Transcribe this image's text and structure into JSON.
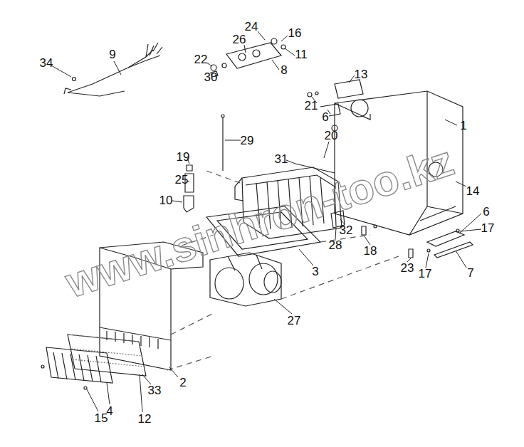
{
  "diagram": {
    "labels": [
      "34",
      "9",
      "24",
      "16",
      "26",
      "22",
      "11",
      "8",
      "30",
      "13",
      "21",
      "6",
      "1",
      "29",
      "20",
      "31",
      "19",
      "25",
      "14",
      "10",
      "6",
      "17",
      "32",
      "28",
      "18",
      "3",
      "23",
      "17",
      "7",
      "27",
      "2",
      "33",
      "4",
      "12",
      "15",
      "www.sinhron-too.kz"
    ]
  }
}
